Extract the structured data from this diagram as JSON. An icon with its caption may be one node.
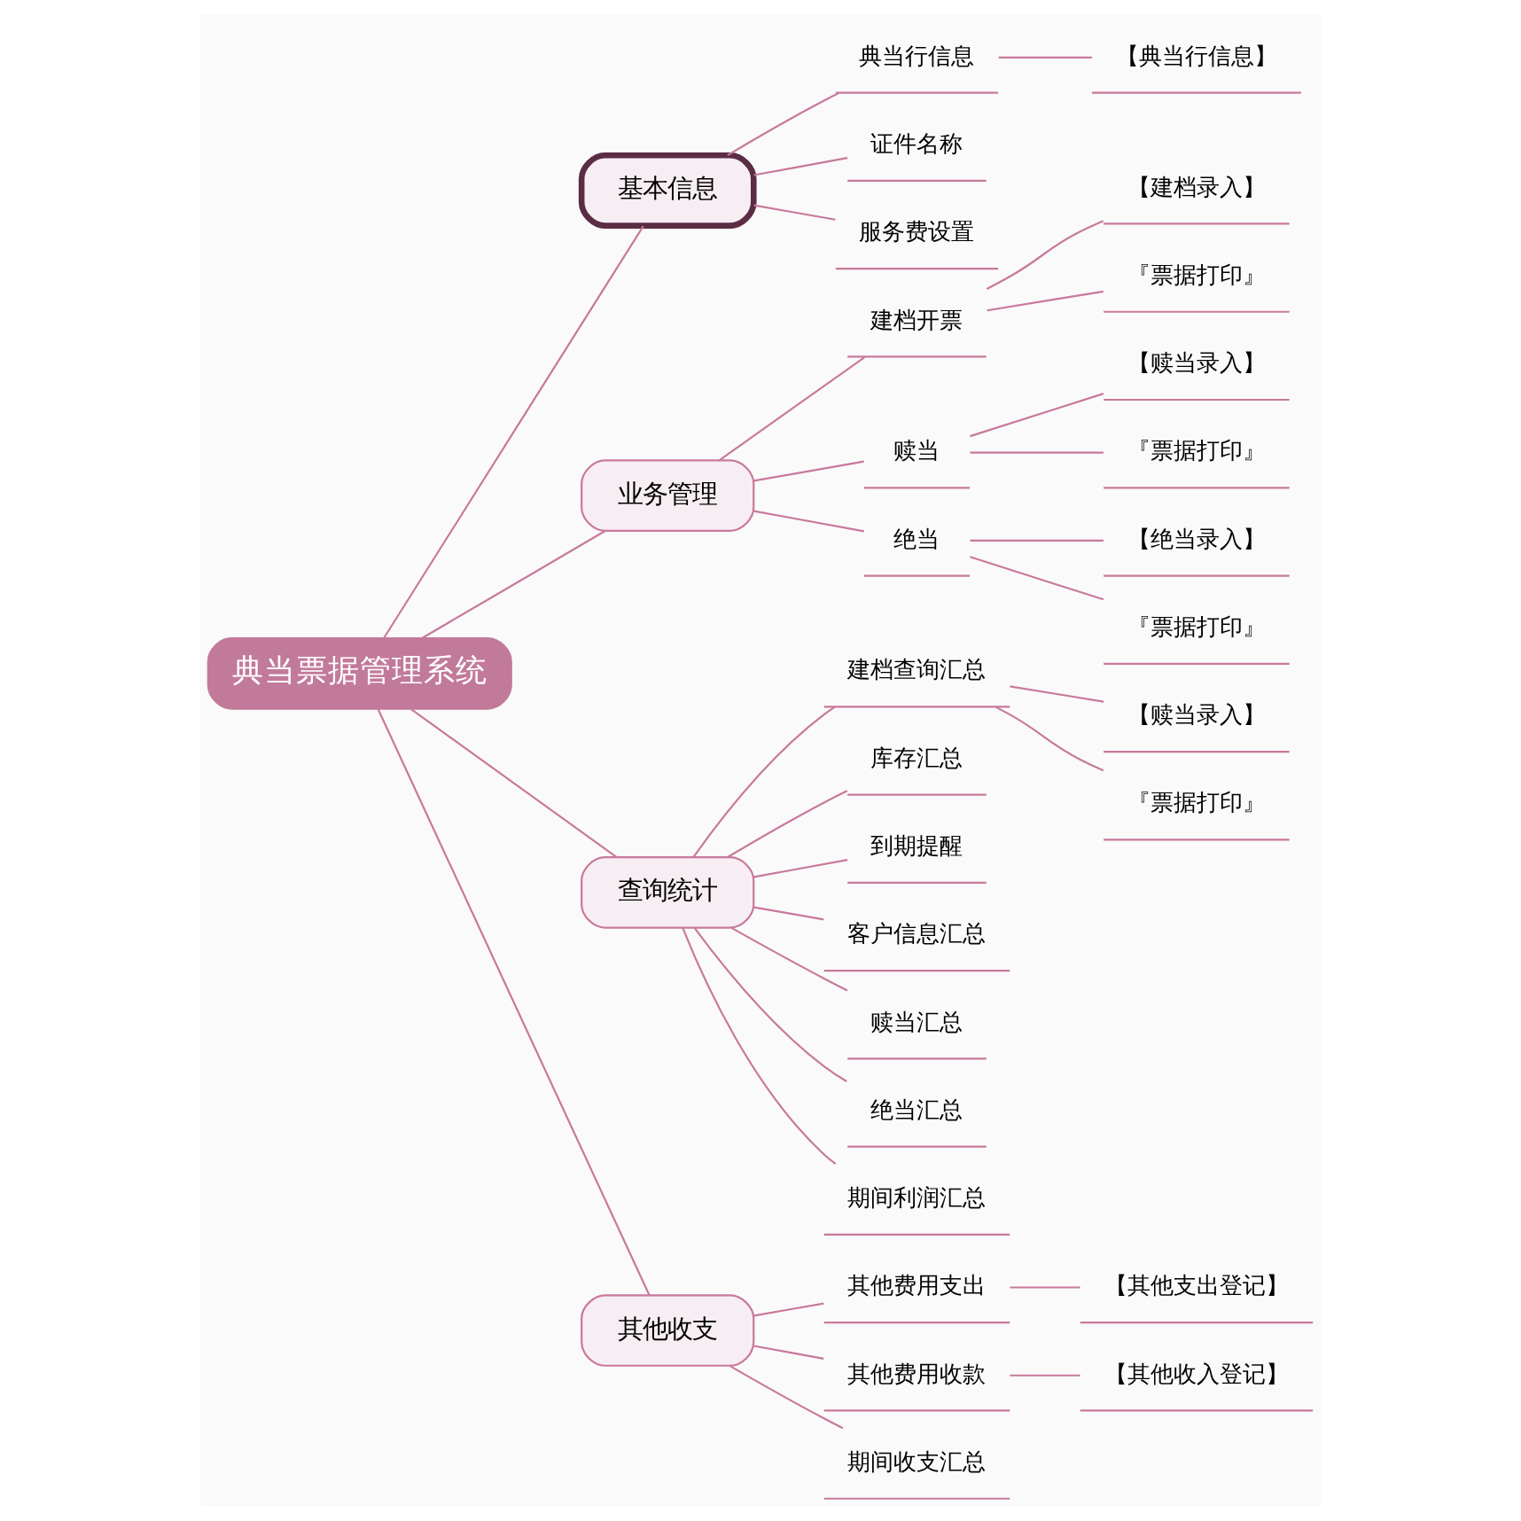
{
  "diagram": {
    "nodes": [
      {
        "text": [
          "典当票据管理系统"
        ]
      },
      {
        "text": [
          "基本信息"
        ]
      },
      {
        "text": [
          "典当行信息"
        ]
      },
      {
        "text": [
          "【典当行信息】"
        ]
      },
      {
        "text": [
          "证件名称"
        ]
      },
      {
        "text": [
          "服务费设置"
        ]
      },
      {
        "text": [
          "业务管理"
        ]
      },
      {
        "text": [
          "建档开票"
        ]
      },
      {
        "text": [
          "【建档录入】"
        ]
      },
      {
        "text": [
          "『票据打印』"
        ]
      },
      {
        "text": [
          "赎当"
        ]
      },
      {
        "text": [
          "【赎当录入】"
        ]
      },
      {
        "text": [
          "『票据打印』"
        ]
      },
      {
        "text": [
          "绝当"
        ]
      },
      {
        "text": [
          "【绝当录入】"
        ]
      },
      {
        "text": [
          "『票据打印』"
        ]
      },
      {
        "text": [
          "查询统计"
        ]
      },
      {
        "text": [
          "建档查询汇总"
        ]
      },
      {
        "text": [
          "【赎当录入】"
        ]
      },
      {
        "text": [
          "『票据打印』"
        ]
      },
      {
        "text": [
          "库存汇总"
        ]
      },
      {
        "text": [
          "到期提醒"
        ]
      },
      {
        "text": [
          "客户信息汇总"
        ]
      },
      {
        "text": [
          "赎当汇总"
        ]
      },
      {
        "text": [
          "绝当汇总"
        ]
      },
      {
        "text": [
          "期间利润汇总"
        ]
      },
      {
        "text": [
          "其他收支"
        ]
      },
      {
        "text": [
          "其他费用支出"
        ]
      },
      {
        "text": [
          "【其他支出登记】"
        ]
      },
      {
        "text": [
          "其他费用收款"
        ]
      },
      {
        "text": [
          "【其他收入登记】"
        ]
      },
      {
        "text": [
          "期间收支汇总"
        ]
      }
    ],
    "edges": [
      {
        "from": 0,
        "to": 1,
        "arrow": "none"
      },
      {
        "from": 1,
        "to": 2,
        "arrow": "none"
      },
      {
        "from": 2,
        "to": 3,
        "arrow": "none"
      },
      {
        "from": 1,
        "to": 4,
        "arrow": "none"
      },
      {
        "from": 1,
        "to": 5,
        "arrow": "none"
      },
      {
        "from": 0,
        "to": 6,
        "arrow": "none"
      },
      {
        "from": 6,
        "to": 7,
        "arrow": "none"
      },
      {
        "from": 7,
        "to": 8,
        "arrow": "none"
      },
      {
        "from": 7,
        "to": 9,
        "arrow": "none"
      },
      {
        "from": 6,
        "to": 10,
        "arrow": "none"
      },
      {
        "from": 10,
        "to": 11,
        "arrow": "none"
      },
      {
        "from": 10,
        "to": 12,
        "arrow": "none"
      },
      {
        "from": 6,
        "to": 13,
        "arrow": "none"
      },
      {
        "from": 13,
        "to": 14,
        "arrow": "none"
      },
      {
        "from": 13,
        "to": 15,
        "arrow": "none"
      },
      {
        "from": 0,
        "to": 16,
        "arrow": "none"
      },
      {
        "from": 16,
        "to": 17,
        "arrow": "none"
      },
      {
        "from": 17,
        "to": 18,
        "arrow": "none"
      },
      {
        "from": 17,
        "to": 19,
        "arrow": "none"
      },
      {
        "from": 16,
        "to": 20,
        "arrow": "none"
      },
      {
        "from": 16,
        "to": 21,
        "arrow": "none"
      },
      {
        "from": 16,
        "to": 22,
        "arrow": "none"
      },
      {
        "from": 16,
        "to": 23,
        "arrow": "none"
      },
      {
        "from": 16,
        "to": 24,
        "arrow": "none"
      },
      {
        "from": 16,
        "to": 25,
        "arrow": "none"
      },
      {
        "from": 0,
        "to": 26,
        "arrow": "none"
      },
      {
        "from": 26,
        "to": 27,
        "arrow": "none"
      },
      {
        "from": 27,
        "to": 28,
        "arrow": "none"
      },
      {
        "from": 26,
        "to": 29,
        "arrow": "none"
      },
      {
        "from": 29,
        "to": 30,
        "arrow": "none"
      },
      {
        "from": 26,
        "to": 31,
        "arrow": "none"
      }
    ]
  }
}
